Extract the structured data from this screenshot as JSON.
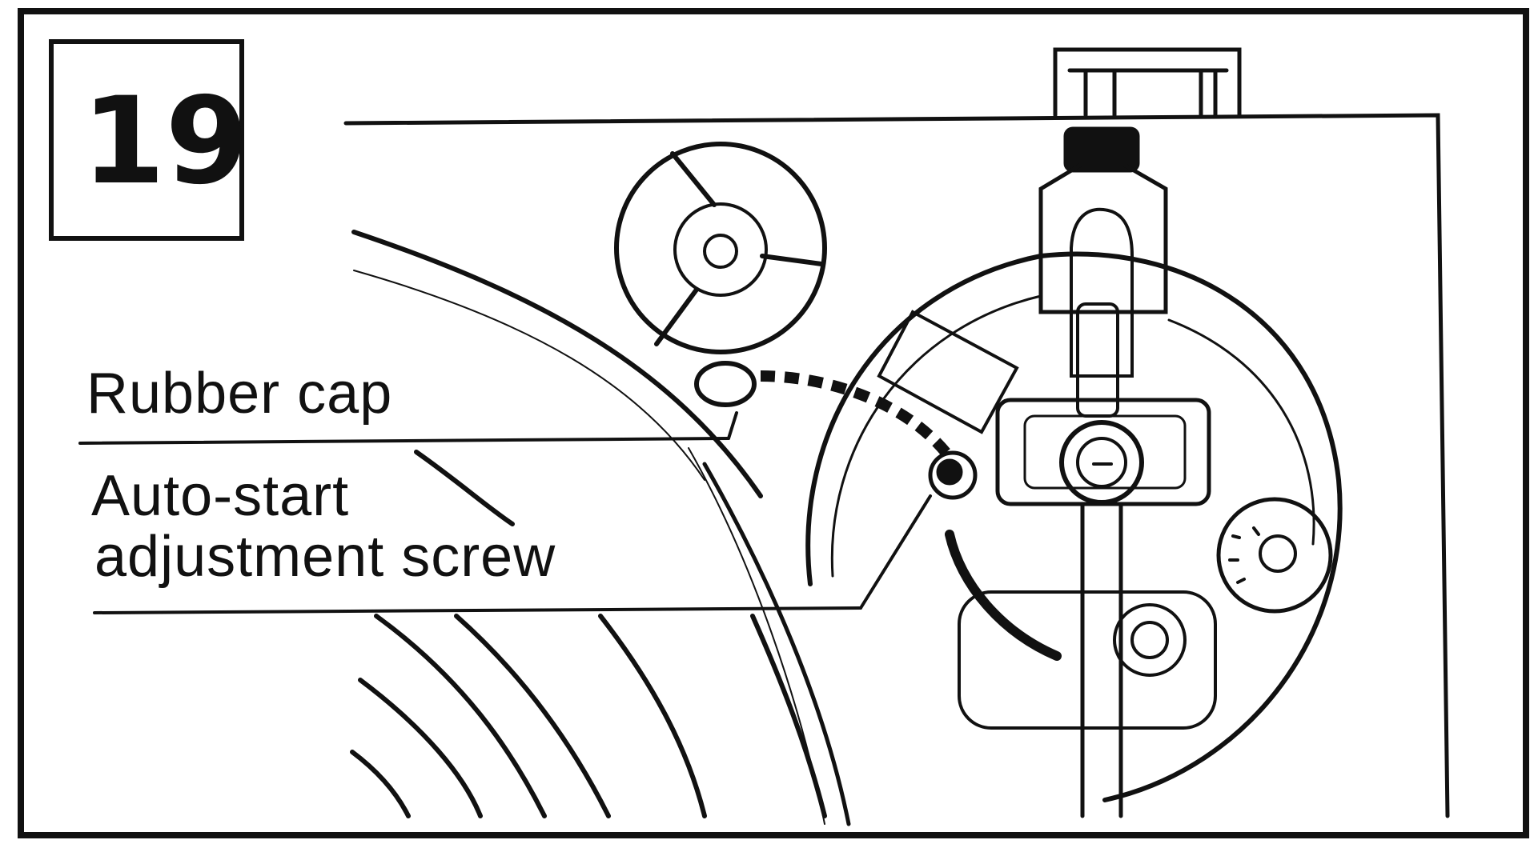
{
  "figure": {
    "step_number": "19",
    "labels": {
      "rubber_cap": "Rubber cap",
      "auto_start_line1": "Auto-start",
      "auto_start_line2": "adjustment screw"
    },
    "colors": {
      "ink": "#111111",
      "paper": "#ffffff"
    }
  }
}
